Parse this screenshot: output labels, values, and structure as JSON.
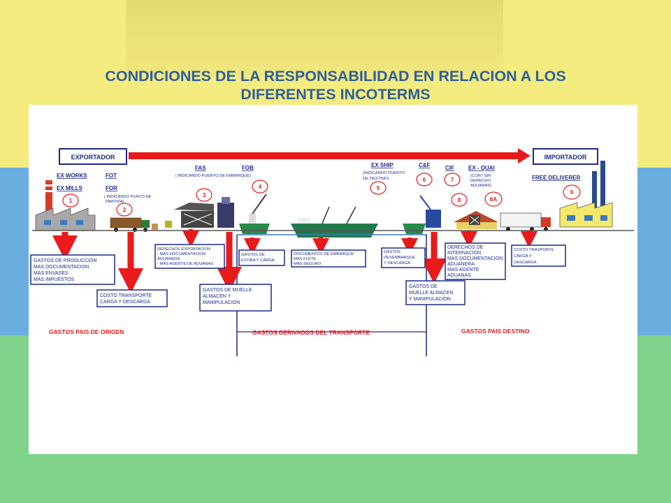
{
  "title": {
    "line1": "CONDICIONES DE LA RESPONSABILIDAD EN RELACION A LOS",
    "line2": "DIFERENTES INCOTERMS"
  },
  "colors": {
    "title": "#2e5f9c",
    "arrow": "#e81a1a",
    "box_border": "#1b2a8a",
    "label": "#1b2a8a",
    "section": "#e81a1a"
  },
  "parties": {
    "exporter": "EXPORTADOR",
    "importer": "IMPORTADOR"
  },
  "terms": {
    "ex_works": "EX WORKS",
    "ex_mills": "EX MILLS",
    "fot": "FOT",
    "for": "FOR",
    "for_note": [
      "( INDICANDO PUNTO DE",
      "PARTIDA)"
    ],
    "fas": "FAS",
    "fob": "FOB",
    "fas_fob_note": "( INDICANDO PUERTO DE EMBARQUE)",
    "ex_ship": "EX SHIP",
    "ex_ship_note": [
      "(INDICANDO PUERTO",
      "DE DESTINO)"
    ],
    "cf": "C&F",
    "cif": "CIF",
    "ex_quai": "EX - QUAI",
    "ex_quai_note": [
      "(CON / SIN",
      "DERECHO",
      "ADUANAS)"
    ],
    "free_deliverer": "FREE DELIVERER"
  },
  "numbers": [
    "1",
    "2",
    "3",
    "4",
    "5",
    "6",
    "7",
    "8",
    "8A",
    "9"
  ],
  "boxes": {
    "produccion": [
      "GASTOS DE PRODUCCION",
      "MAS DOCUMENTACION",
      "MAS ENVASES",
      "MAS IMPUESTOS"
    ],
    "costo_transporte": [
      "COSTO TRANSPORTE",
      "CARGA Y DESCARGA"
    ],
    "derechos_export": [
      "DERECHOS EXPORTACION",
      "- MAS DOCUMENTACION",
      "ADUANERA",
      "- MAS AGENTE DE ADUANAS"
    ],
    "muelle_origen": [
      "GASTOS DE MUELLE",
      "ALMACEN Y",
      "MANIPULACION"
    ],
    "estiba": [
      "GASTOS DE",
      "ESTIBA Y CARGA"
    ],
    "documentos": [
      "DOCUMENTOS DE EMBARQUE",
      "MAS FLETE",
      "MAS SEGURO"
    ],
    "desembarque": [
      "GASTOS",
      "DESEMBARQUE",
      "Y DESCARGA"
    ],
    "muelle_destino": [
      "GASTOS DE",
      "MUELLE ALMACEN",
      "Y MANIPULACION"
    ],
    "internacion": [
      "DERECHOS DE",
      "INTERNACION",
      "MAS DOCUMENTACION",
      "ADUANERA",
      "MAS AGENTE",
      "ADUANAS"
    ],
    "trasporte_destino": [
      "COSTO TRASPORTE",
      "CARGA Y",
      "DASCARGA"
    ]
  },
  "sections": {
    "origen": "GASTOS PAIS DE ORIGEN",
    "transporte": "GASTOS DERIVADOS DEL TRANSPORTE",
    "destino": "GASTOS PAIS DESTINO"
  }
}
